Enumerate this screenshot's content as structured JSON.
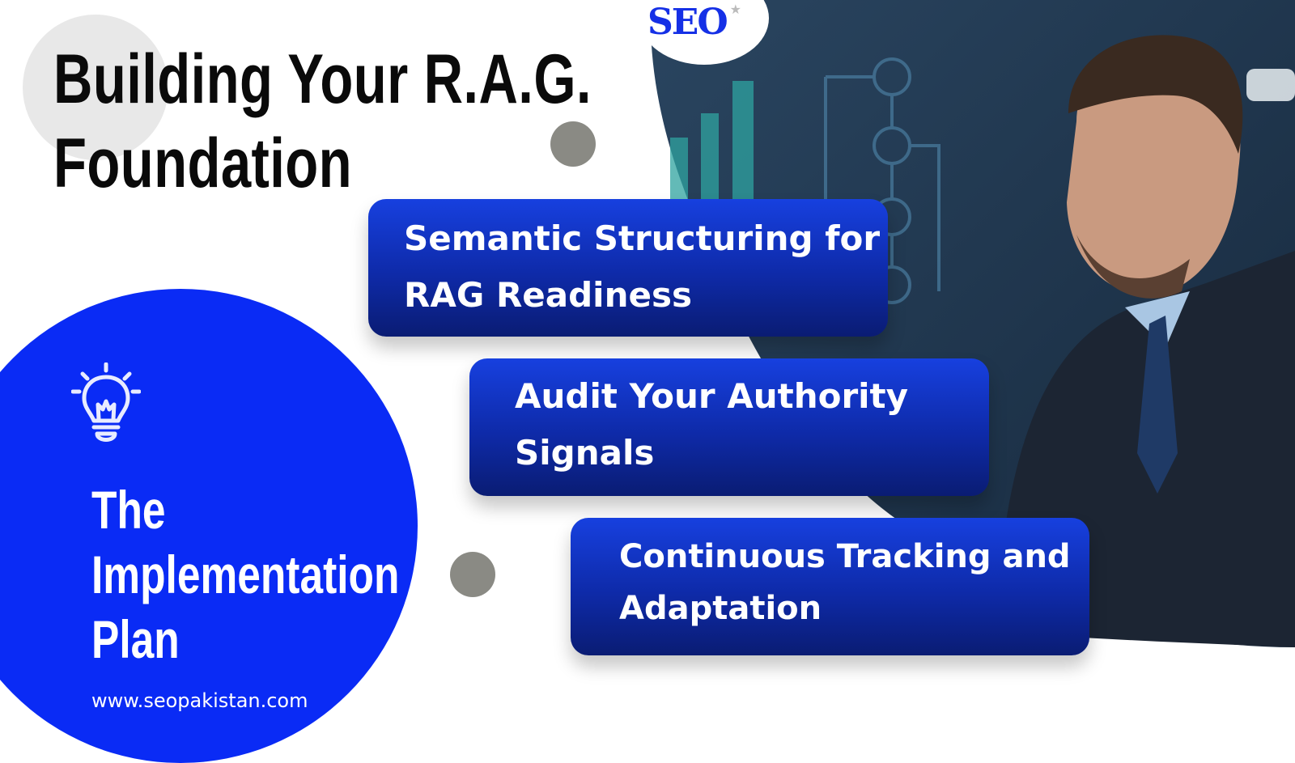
{
  "header": {
    "title_line1": "Building Your R.A.G.",
    "title_line2": "Foundation"
  },
  "logo": {
    "text": "SEO"
  },
  "steps": [
    {
      "line1": "Semantic Structuring for",
      "line2": "RAG Readiness"
    },
    {
      "line1": "Audit Your Authority",
      "line2": "Signals"
    },
    {
      "line1": "Continuous Tracking and",
      "line2": "Adaptation"
    }
  ],
  "plan": {
    "line1": "The",
    "line2": "Implementation",
    "line3": "Plan",
    "icon": "lightbulb-icon"
  },
  "footer": {
    "url": "www.seopakistan.com"
  },
  "colors": {
    "brand_blue": "#0a2bf5",
    "box_top": "#1740df",
    "box_bottom": "#0a1c73",
    "dot_grey": "#8a8a84",
    "photo_bg": "#1e3550"
  }
}
